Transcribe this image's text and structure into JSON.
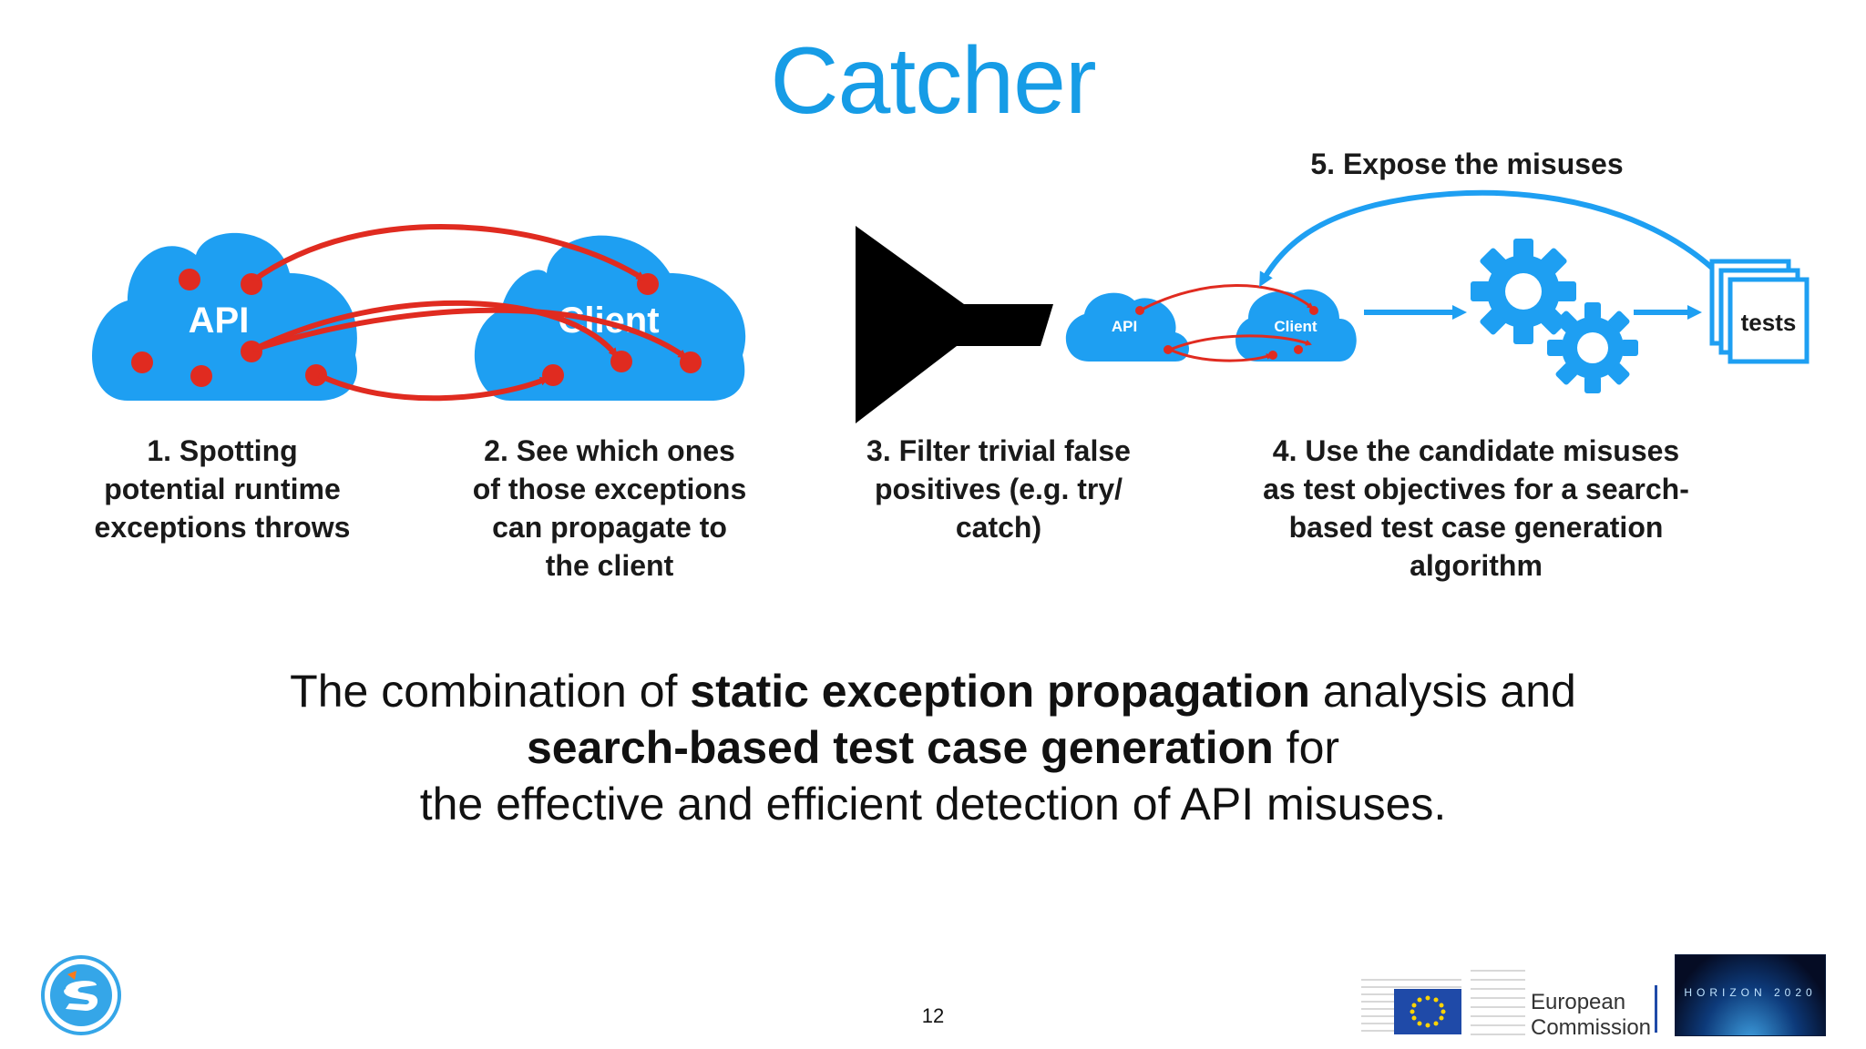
{
  "slide": {
    "title": "Catcher",
    "page_number": "12"
  },
  "diagram": {
    "cloud_api_label": "API",
    "cloud_client_label": "Client",
    "small_api_label": "API",
    "small_client_label": "Client",
    "tests_label": "tests",
    "step1": [
      "1. Spotting",
      "potential runtime",
      "exceptions throws"
    ],
    "step2": [
      "2. See which ones",
      "of those exceptions",
      "can propagate to",
      "the client"
    ],
    "step3": [
      "3. Filter trivial false",
      "positives (e.g. try/",
      "catch)"
    ],
    "step4": [
      "4. Use the candidate misuses",
      "as test objectives for a search-",
      "based test case generation",
      "algorithm"
    ],
    "step5": "5. Expose the misuses",
    "colors": {
      "cloud": "#1e9ff2",
      "arrow_red": "#e02b20",
      "accent": "#169ce6"
    }
  },
  "summary": {
    "part1": "The combination of ",
    "bold1": "static exception propagation",
    "part2": " analysis and",
    "bold2": "search-based test case generation",
    "part3": " for",
    "line3": "the effective and efficient detection of API misuses."
  },
  "footer": {
    "commission_line1": "European",
    "commission_line2": "Commission",
    "horizon_text": "HORIZON 2020"
  }
}
